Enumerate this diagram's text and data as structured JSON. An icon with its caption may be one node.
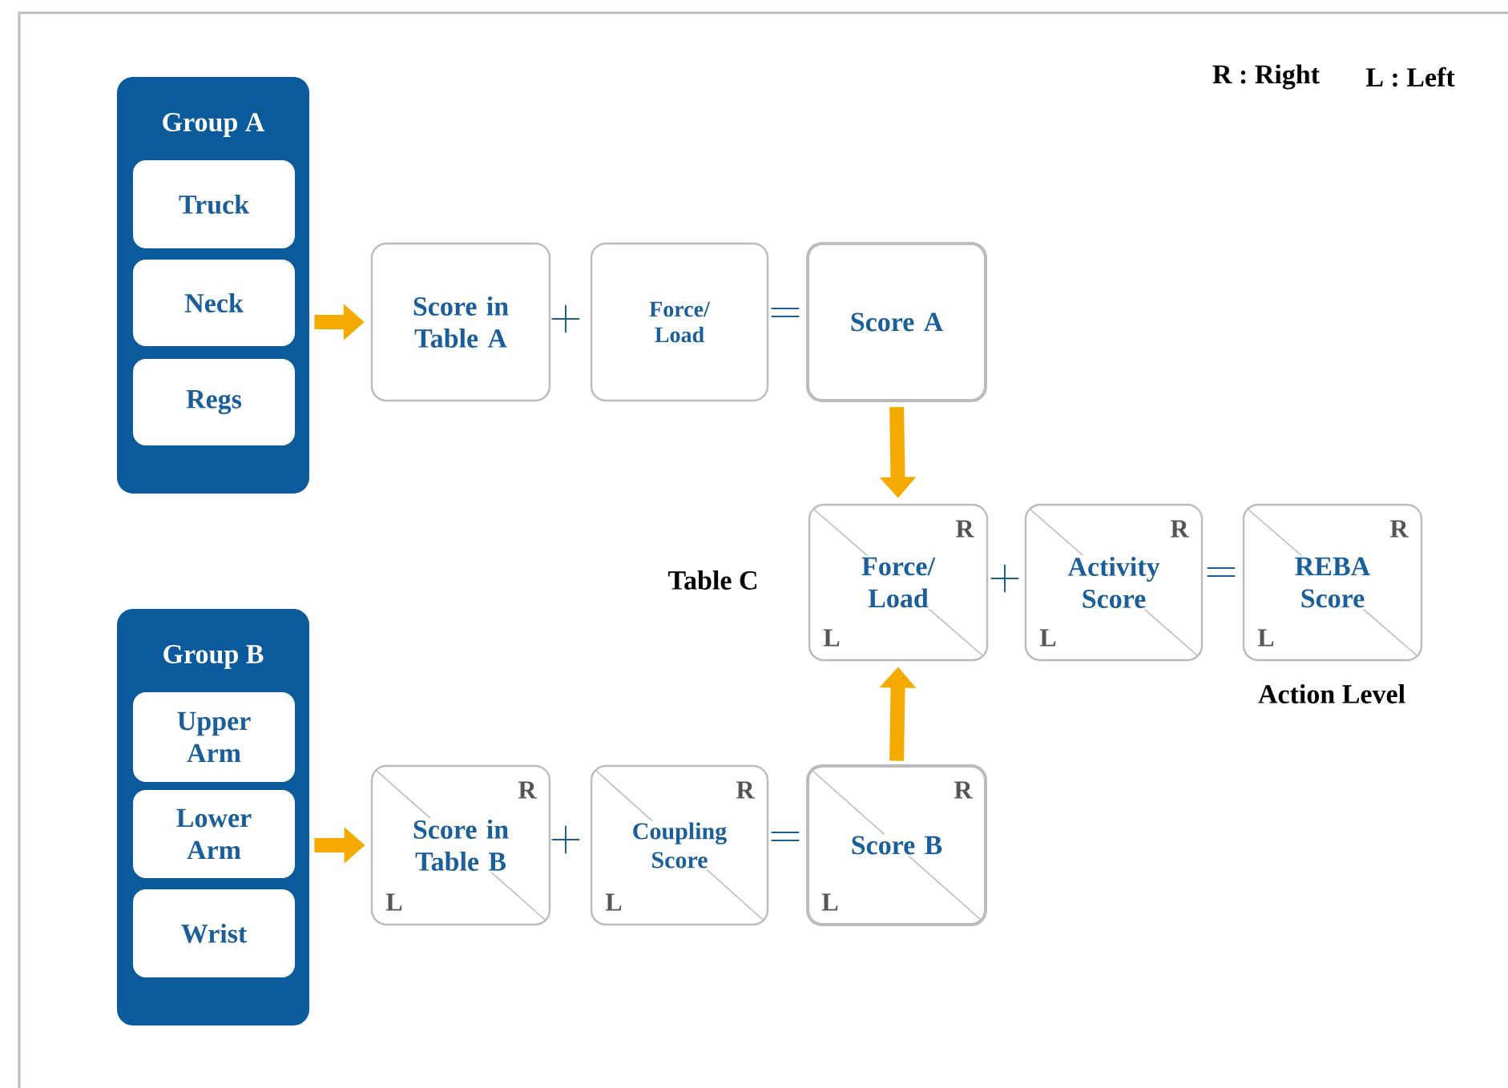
{
  "diagram": {
    "nodes": [
      {
        "text": [
          "Group A"
        ]
      },
      {
        "text": [
          "Truck"
        ],
        "in": 0
      },
      {
        "text": [
          "Neck"
        ],
        "in": 0
      },
      {
        "text": [
          "Regs"
        ],
        "in": 0
      },
      {
        "text": [
          "Score in Table A"
        ]
      },
      {
        "text": [
          "Force/ Load"
        ]
      },
      {
        "text": [
          "Score A"
        ]
      },
      {
        "text": [
          "Group B"
        ]
      },
      {
        "text": [
          "Upper Arm"
        ],
        "in": 7
      },
      {
        "text": [
          "Lower Arm"
        ],
        "in": 7
      },
      {
        "text": [
          "Wrist"
        ],
        "in": 7
      },
      {
        "text": [
          "Score in Table B",
          "R",
          "L"
        ]
      },
      {
        "text": [
          "Coupling Score",
          "R",
          "L"
        ]
      },
      {
        "text": [
          "Score B",
          "R",
          "L"
        ]
      },
      {
        "text": [
          "Force/ Load",
          "R",
          "L"
        ]
      },
      {
        "text": [
          "Activity Score",
          "R",
          "L"
        ]
      },
      {
        "text": [
          "REBA Score",
          "R",
          "L"
        ]
      }
    ],
    "edges": [
      {
        "from": 0,
        "to": 4,
        "arrow": "to"
      },
      {
        "from": 7,
        "to": 11,
        "arrow": "to"
      },
      {
        "from": 6,
        "to": 14,
        "arrow": "to"
      },
      {
        "from": 13,
        "to": 14,
        "arrow": "to"
      }
    ],
    "labels": [
      "R : Right",
      "L : Left",
      "+",
      "=",
      "Table C",
      "+",
      "=",
      "+",
      "=",
      "Action Level"
    ]
  }
}
